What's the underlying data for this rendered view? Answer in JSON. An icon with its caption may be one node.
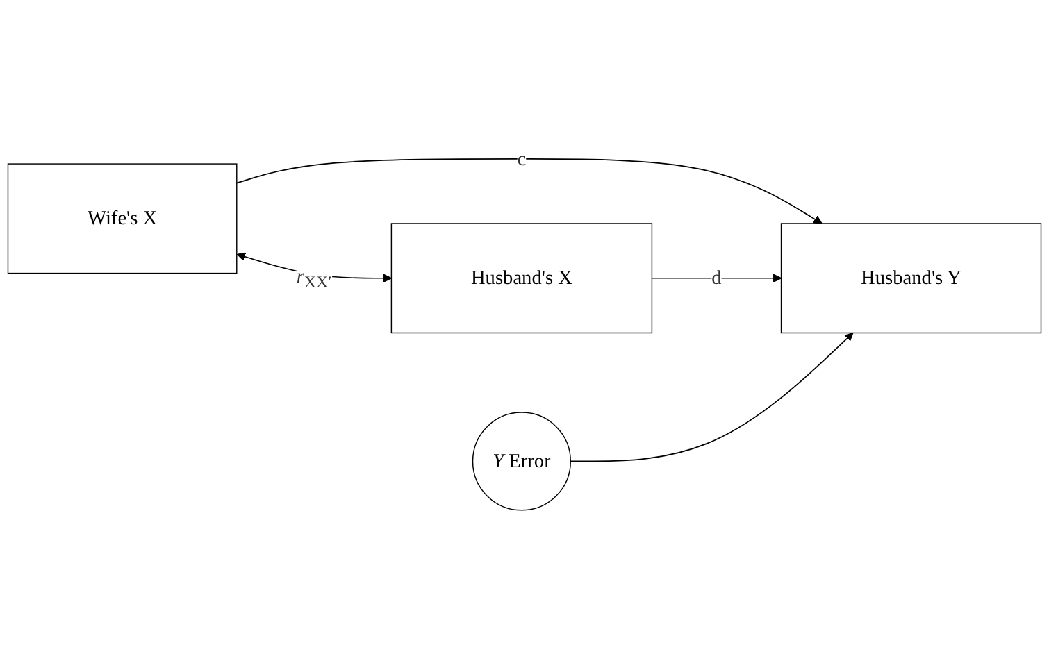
{
  "diagram": {
    "nodes": [
      {
        "text": [
          "Wife's X"
        ]
      },
      {
        "text": [
          "Husband's X"
        ]
      },
      {
        "text": [
          "Husband's Y"
        ]
      },
      {
        "text": [
          "*Y* Error"
        ]
      }
    ],
    "edges": [
      {
        "from": 0,
        "to": 1,
        "arrow": "both",
        "label": "*r*$_{XX′}$"
      },
      {
        "from": 0,
        "to": 2,
        "arrow": "to",
        "label": "c"
      },
      {
        "from": 1,
        "to": 2,
        "arrow": "to",
        "label": "d"
      },
      {
        "from": 3,
        "to": 2,
        "arrow": "to"
      }
    ]
  }
}
